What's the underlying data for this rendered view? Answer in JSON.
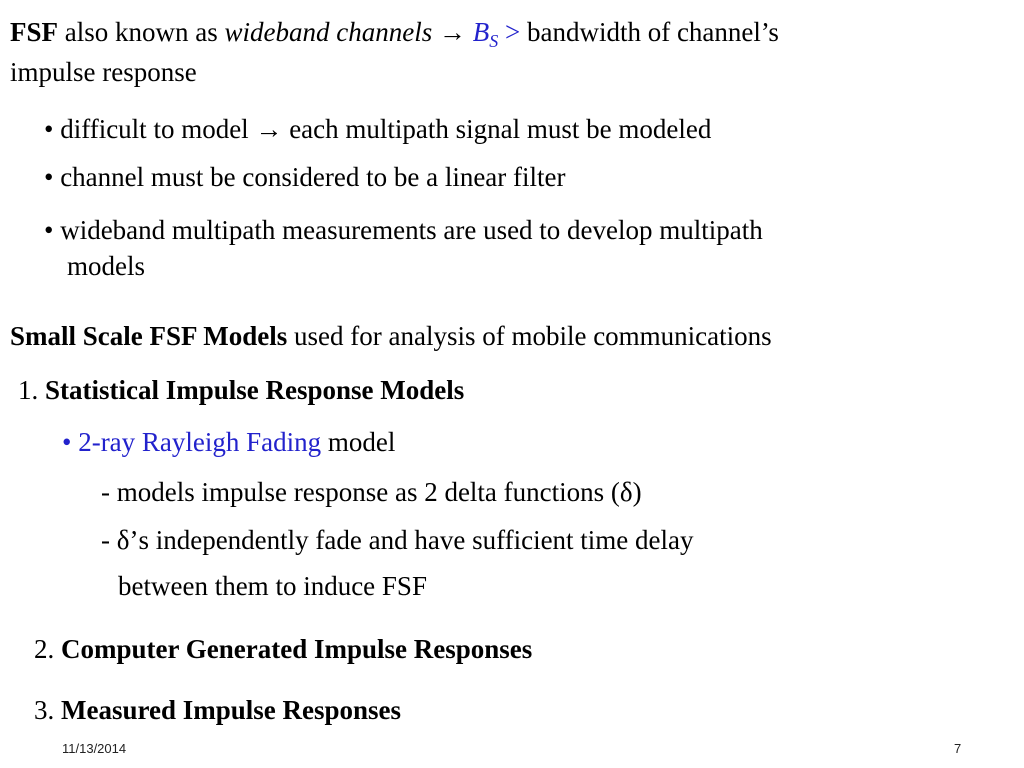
{
  "fsf": {
    "term": "FSF",
    "aka": " also known as ",
    "aka_term": "wideband channels",
    "arrow": " → ",
    "bs_symbol": "B",
    "bs_sub": "S",
    "gt": " > ",
    "rest": "bandwidth of channel’s",
    "line2": "impulse response",
    "bullets": [
      {
        "bullet": "•",
        "text": " difficult to model ",
        "arrow": "→",
        "rest": " each multipath signal must be modeled"
      },
      {
        "bullet": "•",
        "text": " channel must be considered to be a linear filter"
      },
      {
        "bullet": "•",
        "text": " wideband multipath measurements are used to develop multipath",
        "cont": "models"
      }
    ]
  },
  "models": {
    "heading_bold": "Small Scale FSF Models",
    "heading_rest": " used for analysis of mobile communications",
    "items": [
      {
        "num": "1. ",
        "title": "Statistical Impulse Response Models"
      },
      {
        "num": "2. ",
        "title": "Computer Generated Impulse Responses"
      },
      {
        "num": "3. ",
        "title": "Measured Impulse Responses"
      }
    ],
    "sub": {
      "bullet": "•",
      "highlight": " 2-ray Rayleigh Fading",
      "rest": " model",
      "dash1": "- models impulse response as 2 delta functions (δ)",
      "dash2": "- δ’s independently fade and have sufficient time delay",
      "dash2_cont": "between them to induce FSF"
    }
  },
  "footer": {
    "date": "11/13/2014",
    "page": "7"
  },
  "colors": {
    "highlight": "#2222cc",
    "text": "#000000"
  }
}
